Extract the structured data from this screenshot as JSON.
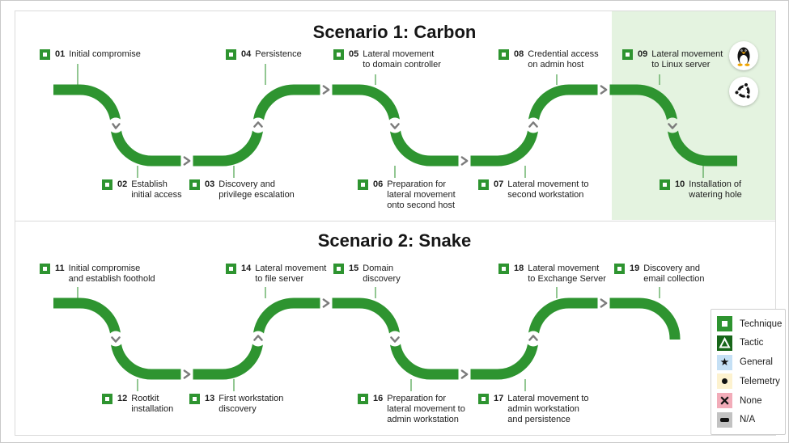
{
  "colors": {
    "page_bg": "#ffffff",
    "path_green": "#2e9430",
    "connector_green": "#58a958",
    "highlight_bg": "#e4f3e0",
    "chevron_gray": "#7c7c7c",
    "text_color": "#1d1d1d",
    "panel_border": "#dadada",
    "tactic_green": "#176619",
    "general_blue": "#c5e0f5",
    "telemetry_cream": "#fdf2cf",
    "none_pink": "#f2acb9",
    "na_gray": "#c2c2c2"
  },
  "scenario1": {
    "title": "Scenario 1: Carbon",
    "steps": [
      {
        "num": "01",
        "label": "Initial compromise"
      },
      {
        "num": "02",
        "label": "Establish\ninitial access"
      },
      {
        "num": "03",
        "label": "Discovery and\nprivilege escalation"
      },
      {
        "num": "04",
        "label": "Persistence"
      },
      {
        "num": "05",
        "label": "Lateral movement\nto domain controller"
      },
      {
        "num": "06",
        "label": "Preparation for\nlateral movement\nonto second host"
      },
      {
        "num": "07",
        "label": "Lateral movement to\nsecond workstation"
      },
      {
        "num": "08",
        "label": "Credential access\non admin host"
      },
      {
        "num": "09",
        "label": "Lateral movement\nto Linux server"
      },
      {
        "num": "10",
        "label": "Installation of\nwatering hole"
      }
    ]
  },
  "scenario2": {
    "title": "Scenario 2: Snake",
    "steps": [
      {
        "num": "11",
        "label": "Initial compromise\nand establish foothold"
      },
      {
        "num": "12",
        "label": "Rootkit\ninstallation"
      },
      {
        "num": "13",
        "label": "First workstation\ndiscovery"
      },
      {
        "num": "14",
        "label": "Lateral movement\nto file server"
      },
      {
        "num": "15",
        "label": "Domain\ndiscovery"
      },
      {
        "num": "16",
        "label": "Preparation for\nlateral movement to\nadmin workstation"
      },
      {
        "num": "17",
        "label": "Lateral movement to\nadmin workstation\nand persistence"
      },
      {
        "num": "18",
        "label": "Lateral movement\nto Exchange Server"
      },
      {
        "num": "19",
        "label": "Discovery and\nemail collection"
      }
    ]
  },
  "legend": {
    "items": [
      {
        "label": "Technique"
      },
      {
        "label": "Tactic"
      },
      {
        "label": "General"
      },
      {
        "label": "Telemetry"
      },
      {
        "label": "None"
      },
      {
        "label": "N/A"
      }
    ]
  },
  "icons": {
    "linux": "tux-penguin",
    "ubuntu": "ubuntu-circle-of-friends"
  }
}
